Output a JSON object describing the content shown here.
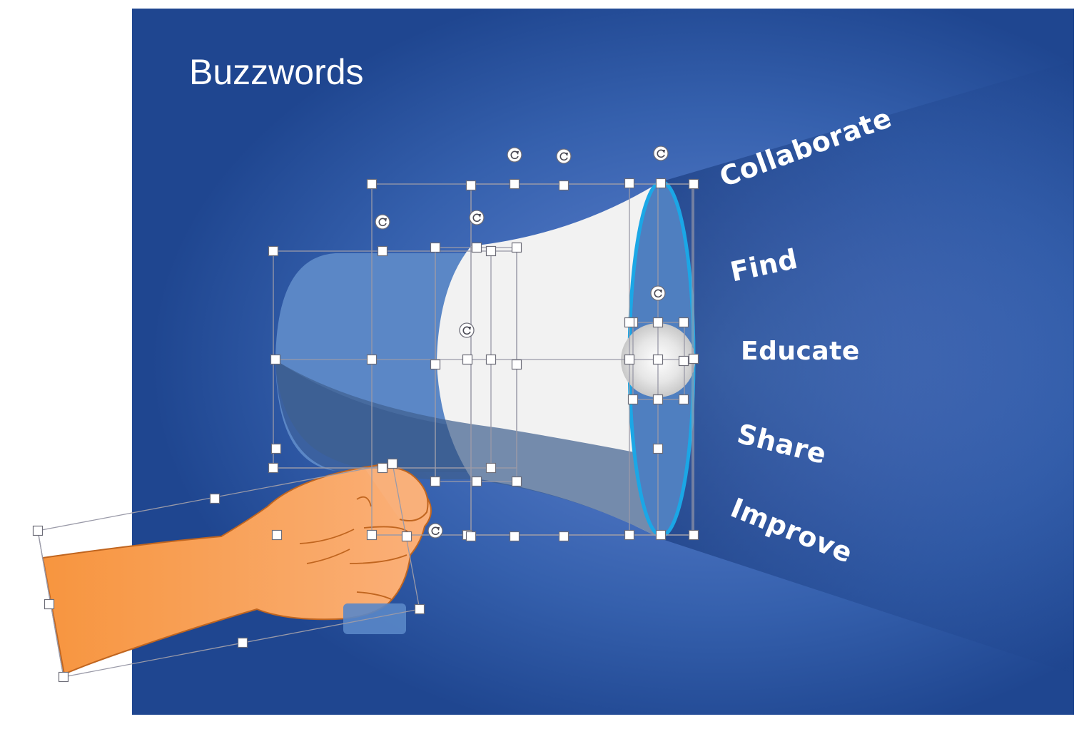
{
  "slide": {
    "title": "Buzzwords",
    "background_colors": {
      "center": "#5a86cf",
      "edge": "#1f4690"
    },
    "words": [
      "Collaborate",
      "Find",
      "Educate",
      "Share",
      "Improve"
    ]
  },
  "illustration": {
    "megaphone_body_color": "#f2f2f2",
    "megaphone_back_color": "#5b87c6",
    "rim_color": "#1ba7e6",
    "hand_color": "#f7a86a",
    "hand_outline_color": "#c0651f"
  },
  "selection": {
    "handle_icon": "square-handle-icon",
    "rotate_icon": "rotate-handle-icon",
    "selected_shapes": 7
  }
}
